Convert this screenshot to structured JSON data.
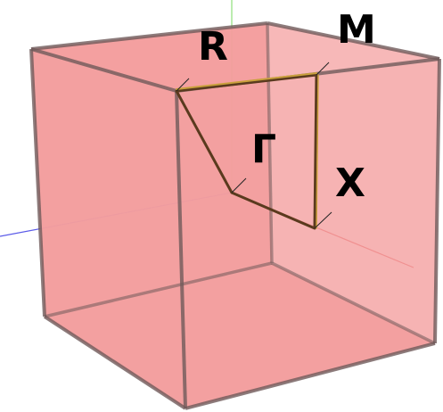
{
  "labels": {
    "R": "R",
    "M": "M",
    "Gamma": "Γ",
    "X": "X"
  },
  "colors": {
    "cube_fill": "#f4a0a0",
    "cube_back_fill": "#ee9090",
    "cube_edge": "#6f5a5a",
    "path": "#5a3a1e",
    "path_highlight": "#c9a03c",
    "axis_x": "#e05050",
    "axis_y": "#8ee07a",
    "axis_z": "#5a5ae8"
  }
}
